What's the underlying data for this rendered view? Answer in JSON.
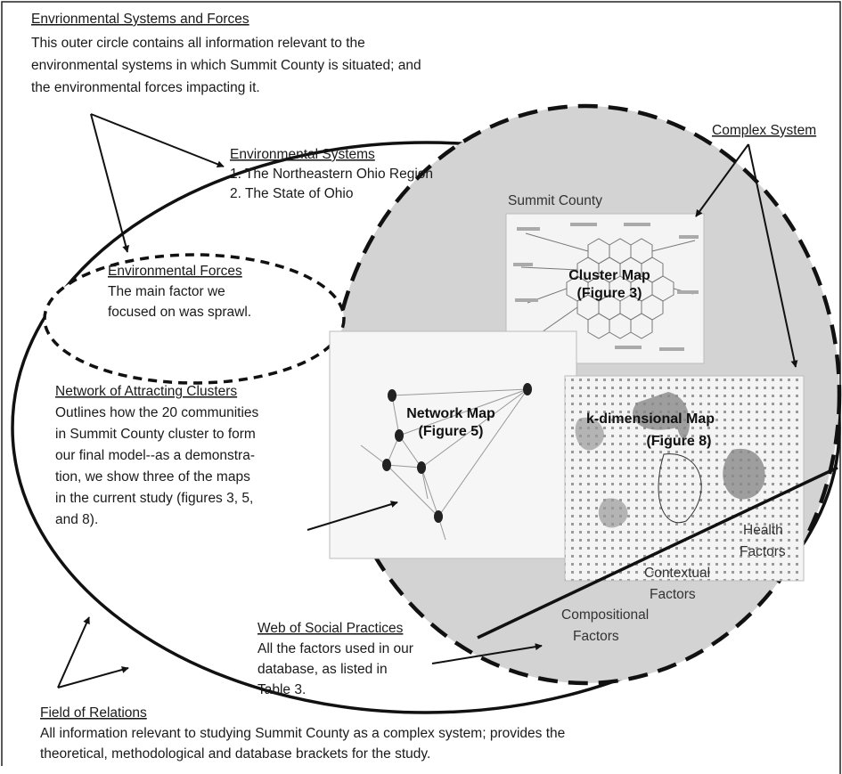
{
  "environmental_systems_and_forces": {
    "heading": "Envrionmental Systems and Forces",
    "lines": [
      "This outer circle contains all information relevant to the",
      "environmental systems in which Summit County is situated; and",
      "the environmental forces impacting it."
    ]
  },
  "environmental_systems": {
    "heading": "Environmental Systems",
    "items": [
      "1. The Northeastern Ohio Region",
      "2.  The State of Ohio"
    ]
  },
  "complex_system": {
    "heading": "Complex System"
  },
  "summit_county": {
    "label": "Summit County"
  },
  "environmental_forces": {
    "heading": "Environmental Forces",
    "lines": [
      "The main factor we",
      "focused on was sprawl."
    ]
  },
  "network_of_attracting_clusters": {
    "heading": "Network of Attracting Clusters",
    "lines": [
      "Outlines how the 20 communities",
      "in Summit County cluster to form",
      "our final model--as a demonstra-",
      "tion, we show three of the maps",
      "in the current study (figures 3, 5,",
      "and 8)."
    ]
  },
  "maps": {
    "cluster_map": {
      "title": "Cluster Map",
      "figure": "(Figure 3)"
    },
    "network_map": {
      "title": "Network Map",
      "figure": "(Figure 5)"
    },
    "k_dimensional_map": {
      "title": "k-dimensional Map",
      "figure": "(Figure 8)"
    }
  },
  "factors": {
    "health": [
      "Health",
      "Factors"
    ],
    "contextual": [
      "Contextual",
      "Factors"
    ],
    "compositional": [
      "Compositional",
      "Factors"
    ]
  },
  "web_of_social_practices": {
    "heading": "Web of Social Practices",
    "lines": [
      "All the factors used in our",
      "database, as listed in",
      "Table 3."
    ]
  },
  "field_of_relations": {
    "heading": "Field of Relations",
    "lines": [
      "All information relevant to studying Summit County as a complex system; provides the",
      "theoretical, methodological and database brackets for the study."
    ]
  },
  "colors": {
    "complex_system_fill": "#d3d3d3",
    "line": "#111111",
    "thumbnail_bg": "#f4f4f4"
  }
}
